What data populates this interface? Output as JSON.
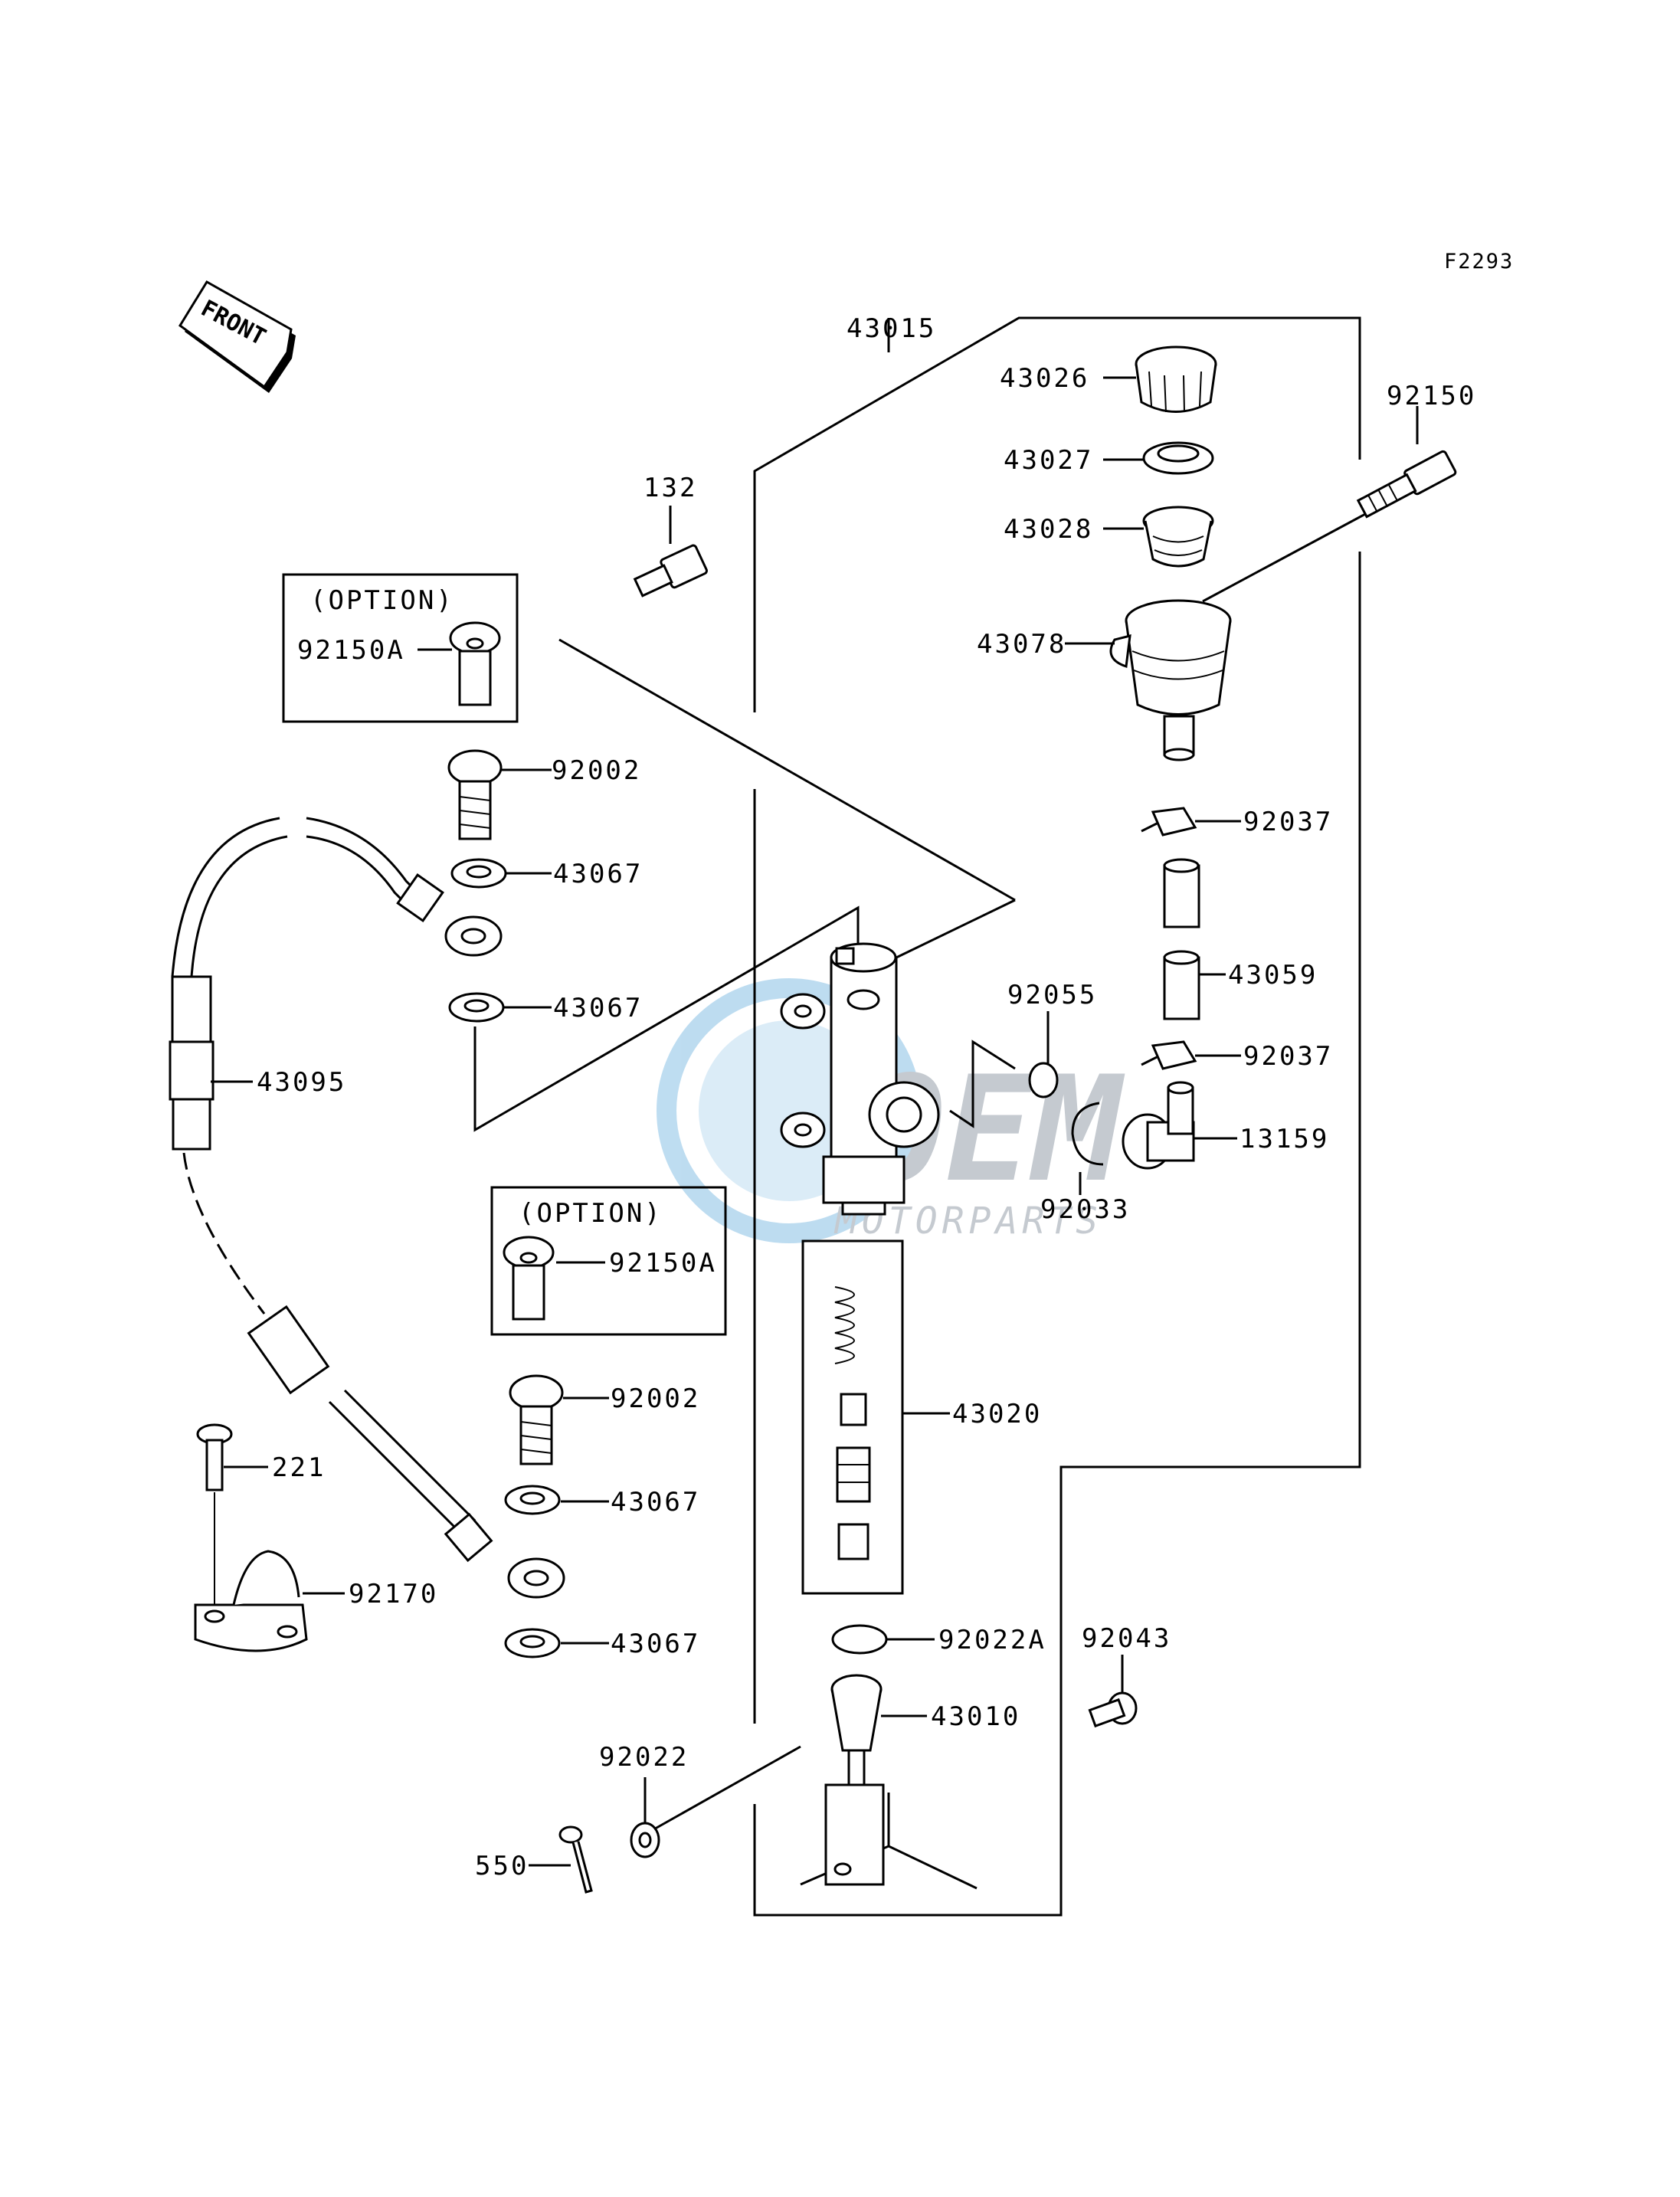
{
  "figure_code": "F2293",
  "front_label": "FRONT",
  "option_label": "(OPTION)",
  "watermark": {
    "brand": "OEM",
    "sub": "MOTORPARTS",
    "color": "#6fb3e0"
  },
  "parts": [
    {
      "id": "43015",
      "label": "43015"
    },
    {
      "id": "43026",
      "label": "43026"
    },
    {
      "id": "43027",
      "label": "43027"
    },
    {
      "id": "43028",
      "label": "43028"
    },
    {
      "id": "43078",
      "label": "43078"
    },
    {
      "id": "92150",
      "label": "92150"
    },
    {
      "id": "132",
      "label": "132"
    },
    {
      "id": "92150A_top",
      "label": "92150A"
    },
    {
      "id": "92002_top",
      "label": "92002"
    },
    {
      "id": "43067_a",
      "label": "43067"
    },
    {
      "id": "43067_b",
      "label": "43067"
    },
    {
      "id": "43095",
      "label": "43095"
    },
    {
      "id": "92037_a",
      "label": "92037"
    },
    {
      "id": "43059",
      "label": "43059"
    },
    {
      "id": "92037_b",
      "label": "92037"
    },
    {
      "id": "92055",
      "label": "92055"
    },
    {
      "id": "13159",
      "label": "13159"
    },
    {
      "id": "92033",
      "label": "92033"
    },
    {
      "id": "92150A_bot",
      "label": "92150A"
    },
    {
      "id": "43020",
      "label": "43020"
    },
    {
      "id": "92002_bot",
      "label": "92002"
    },
    {
      "id": "221",
      "label": "221"
    },
    {
      "id": "43067_c",
      "label": "43067"
    },
    {
      "id": "92170",
      "label": "92170"
    },
    {
      "id": "43067_d",
      "label": "43067"
    },
    {
      "id": "92022A",
      "label": "92022A"
    },
    {
      "id": "92043",
      "label": "92043"
    },
    {
      "id": "43010",
      "label": "43010"
    },
    {
      "id": "92022",
      "label": "92022"
    },
    {
      "id": "550",
      "label": "550"
    }
  ]
}
